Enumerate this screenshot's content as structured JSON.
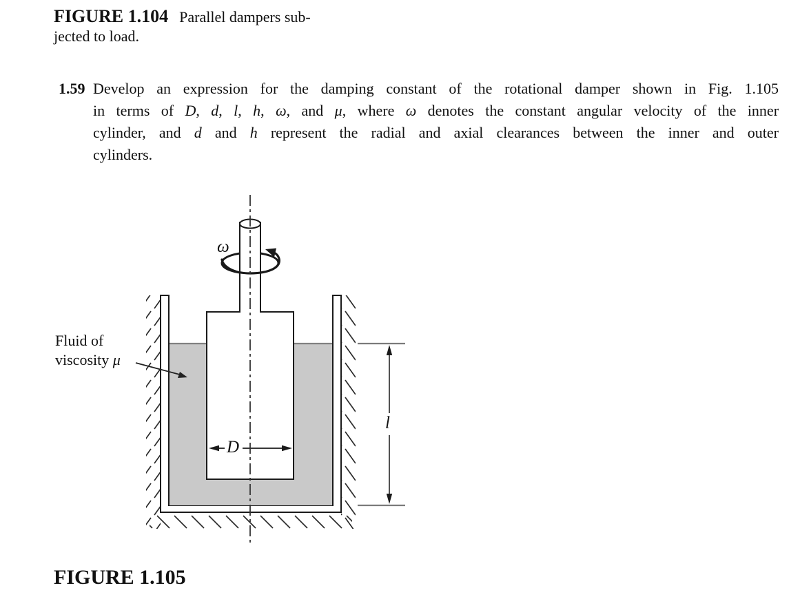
{
  "caption_top": {
    "title": "FIGURE 1.104",
    "line1": "Parallel dampers sub-",
    "line2": "jected to load."
  },
  "problem": {
    "number": "1.59",
    "line1": "Develop an expression for the damping constant of the rotational damper shown in Fig. 1.105",
    "line2_rich": [
      {
        "t": "in terms of ",
        "i": false
      },
      {
        "t": "D",
        "i": true
      },
      {
        "t": ", ",
        "i": false
      },
      {
        "t": "d",
        "i": true
      },
      {
        "t": ", ",
        "i": false
      },
      {
        "t": "l",
        "i": true
      },
      {
        "t": ", ",
        "i": false
      },
      {
        "t": "h",
        "i": true
      },
      {
        "t": ", ",
        "i": false
      },
      {
        "t": "ω",
        "i": true
      },
      {
        "t": ", and ",
        "i": false
      },
      {
        "t": "μ",
        "i": true
      },
      {
        "t": ", where ",
        "i": false
      },
      {
        "t": "ω",
        "i": true
      },
      {
        "t": " denotes the constant angular velocity of the inner",
        "i": false
      }
    ],
    "line3_rich": [
      {
        "t": "cylinder, and ",
        "i": false
      },
      {
        "t": "d",
        "i": true
      },
      {
        "t": " and ",
        "i": false
      },
      {
        "t": "h",
        "i": true
      },
      {
        "t": " represent the radial and axial clearances between the inner and outer",
        "i": false
      }
    ],
    "line4": "cylinders."
  },
  "figure": {
    "labels": {
      "omega": "ω",
      "fluid_line1": "Fluid of",
      "fluid_line2_rich": [
        {
          "t": "viscosity ",
          "i": false
        },
        {
          "t": "μ",
          "i": true
        }
      ],
      "dim_D": "D",
      "dim_l": "l"
    },
    "colors": {
      "fluid": "#c9c9c9",
      "line": "#1a1a1a",
      "hatch": "#2b2b2b",
      "dim_extension": "#7a7a7a",
      "surface_line": "#808080"
    }
  },
  "caption_bottom": {
    "title": "FIGURE 1.105"
  }
}
